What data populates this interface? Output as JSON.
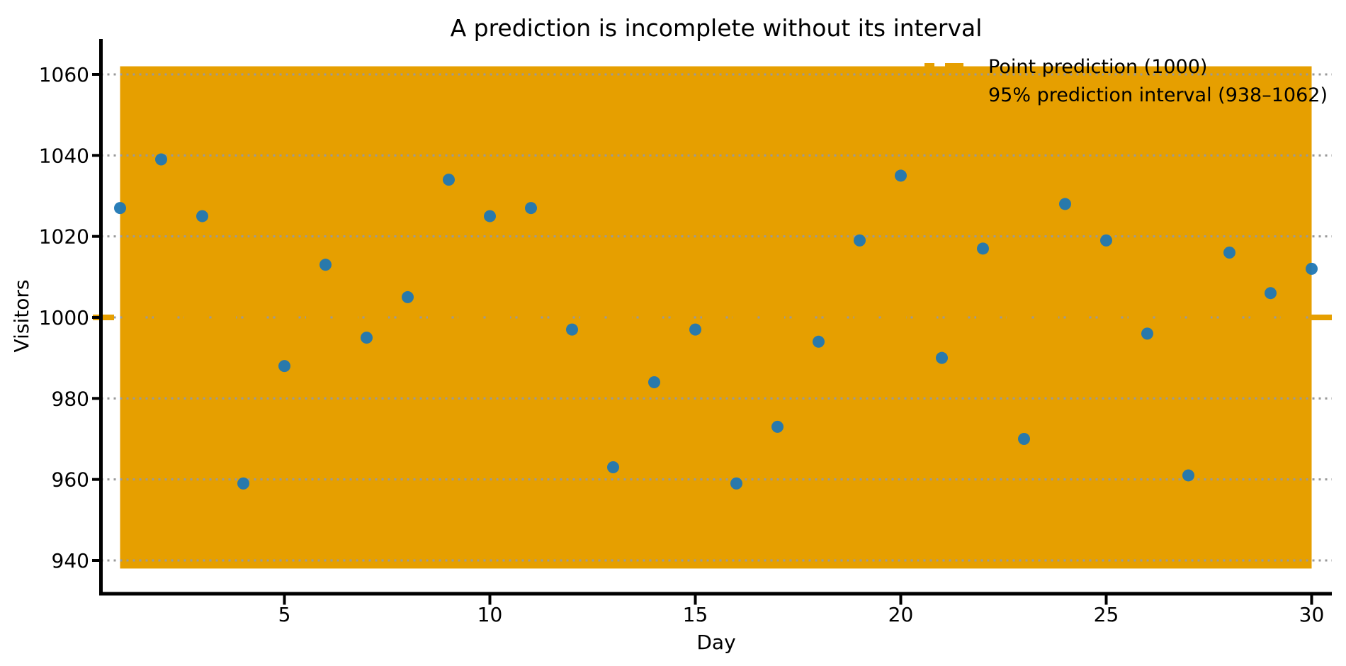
{
  "chart_data": {
    "type": "scatter",
    "title": "A prediction is incomplete without its interval",
    "xlabel": "Day",
    "ylabel": "Visitors",
    "x": [
      1,
      2,
      3,
      4,
      5,
      6,
      7,
      8,
      9,
      10,
      11,
      12,
      13,
      14,
      15,
      16,
      17,
      18,
      19,
      20,
      21,
      22,
      23,
      24,
      25,
      26,
      27,
      28,
      29,
      30
    ],
    "y": [
      1027,
      1039,
      1025,
      959,
      988,
      1013,
      995,
      1005,
      1034,
      1025,
      1027,
      997,
      963,
      984,
      997,
      959,
      973,
      994,
      1019,
      1035,
      990,
      1017,
      970,
      1028,
      1019,
      996,
      961,
      1016,
      1006,
      1012
    ],
    "point_prediction": 1000,
    "interval_low": 938,
    "interval_high": 1062,
    "xticks": [
      5,
      10,
      15,
      20,
      25,
      30
    ],
    "yticks": [
      940,
      960,
      980,
      1000,
      1020,
      1040,
      1060
    ],
    "xlim": [
      0.55,
      30.5
    ],
    "ylim": [
      932,
      1068
    ],
    "grid": "horizontal dotted",
    "legend_position": "upper right",
    "legend": [
      {
        "label": "Point prediction (1000)",
        "swatch": "dashed-line"
      },
      {
        "label": "95% prediction interval (938–1062)",
        "swatch": "filled-band"
      }
    ],
    "colors": {
      "band": "#E69F00",
      "prediction_line": "#E69F00",
      "points": "#1F77B4",
      "grid": "#999999",
      "axis": "#000000",
      "text": "#000000",
      "background": "#FFFFFF"
    }
  }
}
